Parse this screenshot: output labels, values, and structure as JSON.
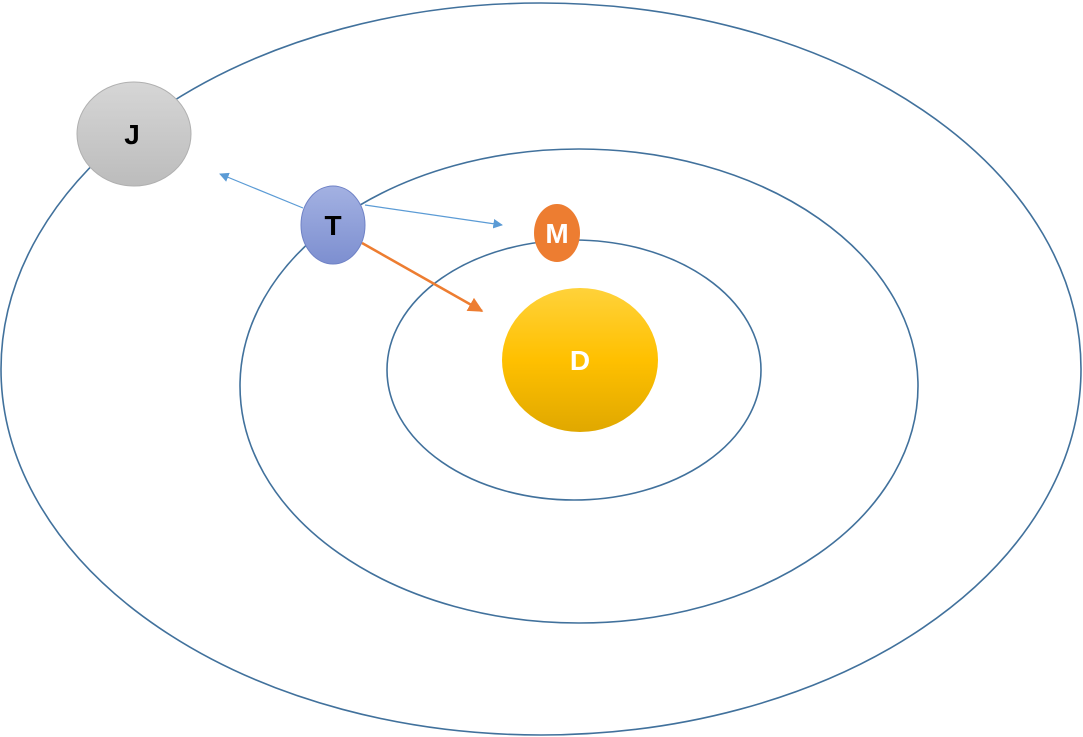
{
  "diagram": {
    "bodies": {
      "J": {
        "label": "J",
        "fill": "#c8c8c8",
        "text_color": "#000000"
      },
      "T": {
        "label": "T",
        "fill": "#8e9ed8",
        "text_color": "#000000"
      },
      "M": {
        "label": "M",
        "fill": "#ed7d31",
        "text_color": "#ffffff"
      },
      "D": {
        "label": "D",
        "fill": "#ffc000",
        "text_color": "#ffffff"
      }
    },
    "orbit_color": "#41719c",
    "arrows": {
      "blue": "#5b9bd5",
      "orange": "#ed7d31"
    }
  }
}
